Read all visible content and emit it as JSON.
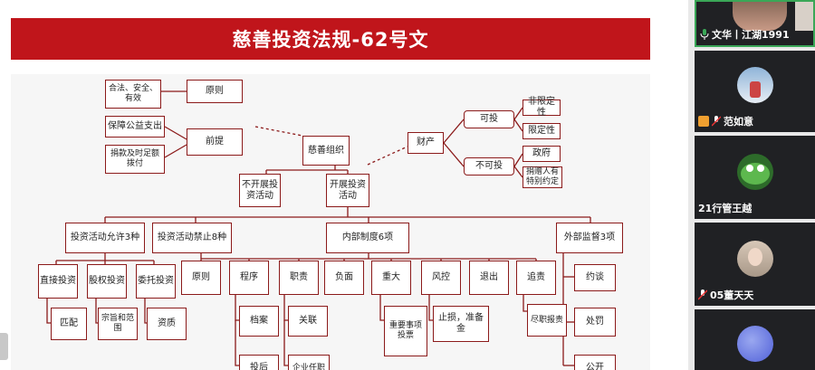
{
  "slide": {
    "title": "慈善投资法规-62号文",
    "nodes": {
      "legal_safe": "合法、安全、有效",
      "principle_top": "原则",
      "guarantee": "保障公益支出",
      "premise": "前提",
      "timely": "捐款及时足额拨付",
      "org": "慈善组织",
      "property": "财产",
      "investable": "可投",
      "non_investable": "不可投",
      "nonrestricted": "非限定性",
      "restricted": "限定性",
      "government": "政府",
      "donor_agreement": "捐赠人有特别约定",
      "no_invest": "不开展投资活动",
      "do_invest": "开展投资活动",
      "allowed3": "投资活动允许3种",
      "banned8": "投资活动禁止8种",
      "internal6": "内部制度6项",
      "external3": "外部监督3项",
      "direct": "直接投资",
      "equity": "股权投资",
      "entrust": "委托投资",
      "match": "匹配",
      "purpose_scope": "宗旨和范围",
      "qualification": "资质",
      "principle": "原则",
      "procedure": "程序",
      "duty": "职责",
      "negative": "负面",
      "major": "重大",
      "risk_control": "风控",
      "exit": "退出",
      "accountability": "追责",
      "interview": "约谈",
      "archive": "档案",
      "related": "关联",
      "major_items": "重要事项投票",
      "stoploss": "止损，准备金",
      "due_diligence": "尽职报责",
      "penalty": "处罚",
      "post_invest": "投后",
      "enterprise_post": "企业任职",
      "public": "公开"
    }
  },
  "participants": [
    {
      "name": "文华丨江湖1991",
      "mic": "on",
      "active": true
    },
    {
      "name": "范如意",
      "mic": "muted",
      "active": false
    },
    {
      "name": "21行管王越",
      "mic": "none",
      "active": false
    },
    {
      "name": "05董天天",
      "mic": "muted",
      "active": false
    },
    {
      "name": "",
      "mic": "none",
      "active": false
    }
  ],
  "colors": {
    "accent": "#c0151b",
    "box_border": "#8b1a1a",
    "active_speaker": "#3aa757"
  }
}
